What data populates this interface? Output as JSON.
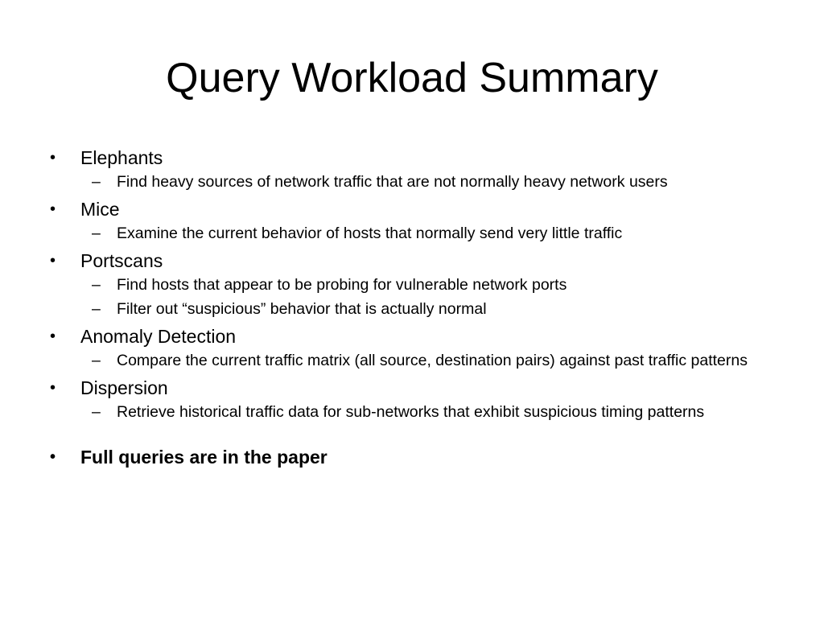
{
  "slide": {
    "title": "Query Workload Summary",
    "bullet_glyph": "•",
    "dash_glyph": "–",
    "items": [
      {
        "label": "Elephants",
        "subitems": [
          "Find heavy sources of network traffic that are not normally heavy network users"
        ]
      },
      {
        "label": "Mice",
        "subitems": [
          "Examine the current behavior of hosts that normally send very little traffic"
        ]
      },
      {
        "label": "Portscans",
        "subitems": [
          "Find hosts that appear to be probing for vulnerable network ports",
          "Filter out “suspicious” behavior that is actually normal"
        ]
      },
      {
        "label": "Anomaly Detection",
        "subitems": [
          "Compare the current traffic matrix (all source, destination pairs) against past traffic patterns"
        ]
      },
      {
        "label": "Dispersion",
        "subitems": [
          "Retrieve historical traffic data for sub-networks that exhibit suspicious timing patterns"
        ]
      }
    ],
    "footer_note": "Full queries are in the paper"
  }
}
